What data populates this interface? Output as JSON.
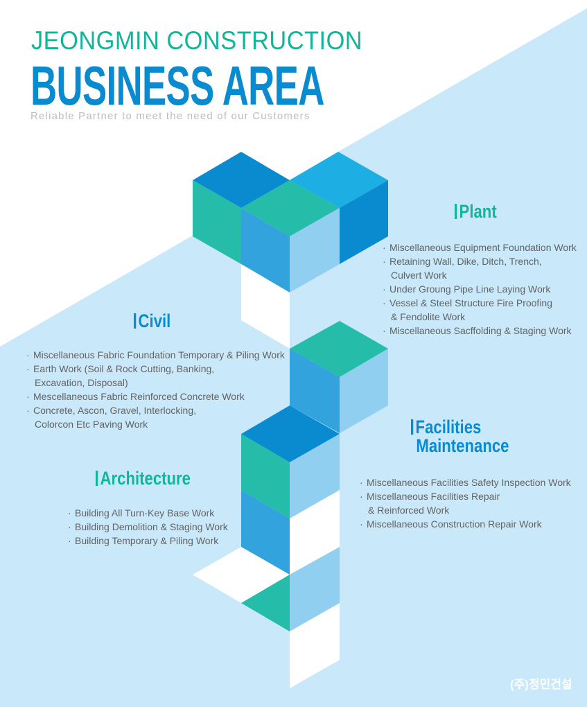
{
  "header": {
    "company": "JEONGMIN CONSTRUCTION",
    "title": "BUSINESS AREA",
    "tagline": "Reliable Partner to meet the need of our Customers"
  },
  "colors": {
    "teal": "#25bcaa",
    "blue": "#0a8bd0",
    "sky": "#1daee4",
    "mid_blue": "#33a3dd",
    "light_blue": "#90cff0",
    "background": "#c9e9fa"
  },
  "sections": {
    "plant": {
      "title": "Plant",
      "items": [
        [
          "Miscellaneous Equipment Foundation Work"
        ],
        [
          "Retaining Wall, Dike, Ditch, Trench,",
          "Culvert Work"
        ],
        [
          "Under Groung Pipe Line Laying Work"
        ],
        [
          "Vessel & Steel Structure Fire Proofing",
          "& Fendolite Work"
        ],
        [
          "Miscellaneous Sacffolding & Staging Work"
        ]
      ]
    },
    "civil": {
      "title": "Civil",
      "items": [
        [
          "Miscellaneous Fabric Foundation Temporary & Piling Work"
        ],
        [
          "Earth Work (Soil & Rock Cutting, Banking,",
          "Excavation, Disposal)"
        ],
        [
          "Mescellaneous Fabric Reinforced Concrete Work"
        ],
        [
          "Concrete, Ascon, Gravel, Interlocking,",
          "Colorcon Etc Paving Work"
        ]
      ]
    },
    "facilities": {
      "title_line1": "Facilities",
      "title_line2": "Maintenance",
      "items": [
        [
          "Miscellaneous Facilities Safety Inspection Work"
        ],
        [
          "Miscellaneous Facilities Repair",
          "& Reinforced Work"
        ],
        [
          "Miscellaneous Construction Repair Work"
        ]
      ]
    },
    "architecture": {
      "title": "Architecture",
      "items": [
        [
          "Building All Turn-Key Base Work"
        ],
        [
          "Building Demolition & Staging Work"
        ],
        [
          "Building Temporary & Piling Work"
        ]
      ]
    }
  },
  "footer": {
    "company_korean": "(주)정민건설"
  }
}
